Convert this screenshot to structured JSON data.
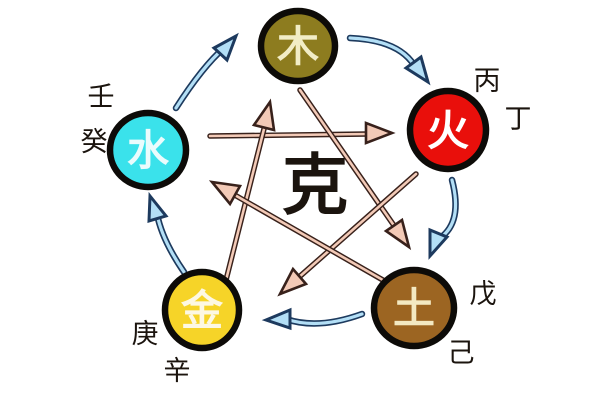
{
  "center": {
    "character": "克"
  },
  "elements": [
    {
      "id": "wood",
      "character": "木",
      "fill": "#8d7c1f",
      "character_color": "#f2edc6",
      "stems": []
    },
    {
      "id": "fire",
      "character": "火",
      "fill": "#e90f0b",
      "character_color": "#ffffff",
      "stems": [
        "丙",
        "丁"
      ]
    },
    {
      "id": "earth",
      "character": "土",
      "fill": "#9c6522",
      "character_color": "#f3e9c2",
      "stems": [
        "戊",
        "己"
      ]
    },
    {
      "id": "metal",
      "character": "金",
      "fill": "#f6d428",
      "character_color": "#fdf8e3",
      "stems": [
        "庚",
        "辛"
      ]
    },
    {
      "id": "water",
      "character": "水",
      "fill": "#3ae2eb",
      "character_color": "#eafcfd",
      "stems": [
        "壬",
        "癸"
      ]
    }
  ],
  "outer_cycle_arrows": [
    {
      "from": "water",
      "to": "wood"
    },
    {
      "from": "wood",
      "to": "fire"
    },
    {
      "from": "fire",
      "to": "earth"
    },
    {
      "from": "earth",
      "to": "metal"
    },
    {
      "from": "metal",
      "to": "water"
    }
  ],
  "overcoming_cycle_arrows": [
    {
      "from": "water",
      "to": "fire"
    },
    {
      "from": "fire",
      "to": "metal"
    },
    {
      "from": "metal",
      "to": "wood"
    },
    {
      "from": "wood",
      "to": "earth"
    },
    {
      "from": "earth",
      "to": "water"
    }
  ],
  "colors": {
    "background": "#ffffff",
    "circle_outline": "#0d0b08",
    "label_color": "#1b140e",
    "blue_arrow_fill": "#b3dff6",
    "blue_arrow_outline": "#1d3a5e",
    "pink_arrow_fill": "#f3cab7",
    "pink_arrow_outline": "#38211b"
  }
}
